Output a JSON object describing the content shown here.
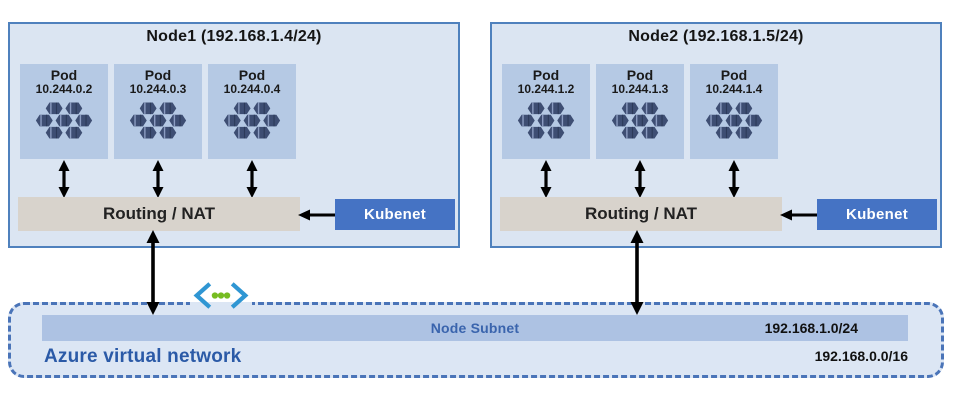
{
  "nodes": [
    {
      "title": "Node1 (192.168.1.4/24)",
      "routing_label": "Routing / NAT",
      "kubenet_label": "Kubenet",
      "pods": [
        {
          "label": "Pod",
          "ip": "10.244.0.2"
        },
        {
          "label": "Pod",
          "ip": "10.244.0.3"
        },
        {
          "label": "Pod",
          "ip": "10.244.0.4"
        }
      ]
    },
    {
      "title": "Node2 (192.168.1.5/24)",
      "routing_label": "Routing / NAT",
      "kubenet_label": "Kubenet",
      "pods": [
        {
          "label": "Pod",
          "ip": "10.244.1.2"
        },
        {
          "label": "Pod",
          "ip": "10.244.1.3"
        },
        {
          "label": "Pod",
          "ip": "10.244.1.4"
        }
      ]
    }
  ],
  "vnet": {
    "label": "Azure virtual network",
    "subnet_label": "Node Subnet",
    "subnet_cidr": "192.168.1.0/24",
    "vnet_cidr": "192.168.0.0/16"
  },
  "icons": {
    "pod": "pod-hexagon-cluster-icon",
    "vnet": "virtual-network-icon"
  },
  "colors": {
    "node_fill": "#dbe5f2",
    "node_border": "#4f81bd",
    "pod_fill": "#b5c9e4",
    "pod_icon": "#3e4e73",
    "routing_fill": "#d8d3cc",
    "kubenet_fill": "#4573c4",
    "subnet_fill": "#adc2e3",
    "subnet_text": "#3a64ad",
    "vnet_fill": "#dce6f4",
    "vnet_border": "#4a74b8",
    "vnet_text": "#2b5aa7",
    "vnet_icon_bracket": "#2f96d3",
    "vnet_icon_dot": "#76bc21",
    "arrow": "#000000"
  }
}
